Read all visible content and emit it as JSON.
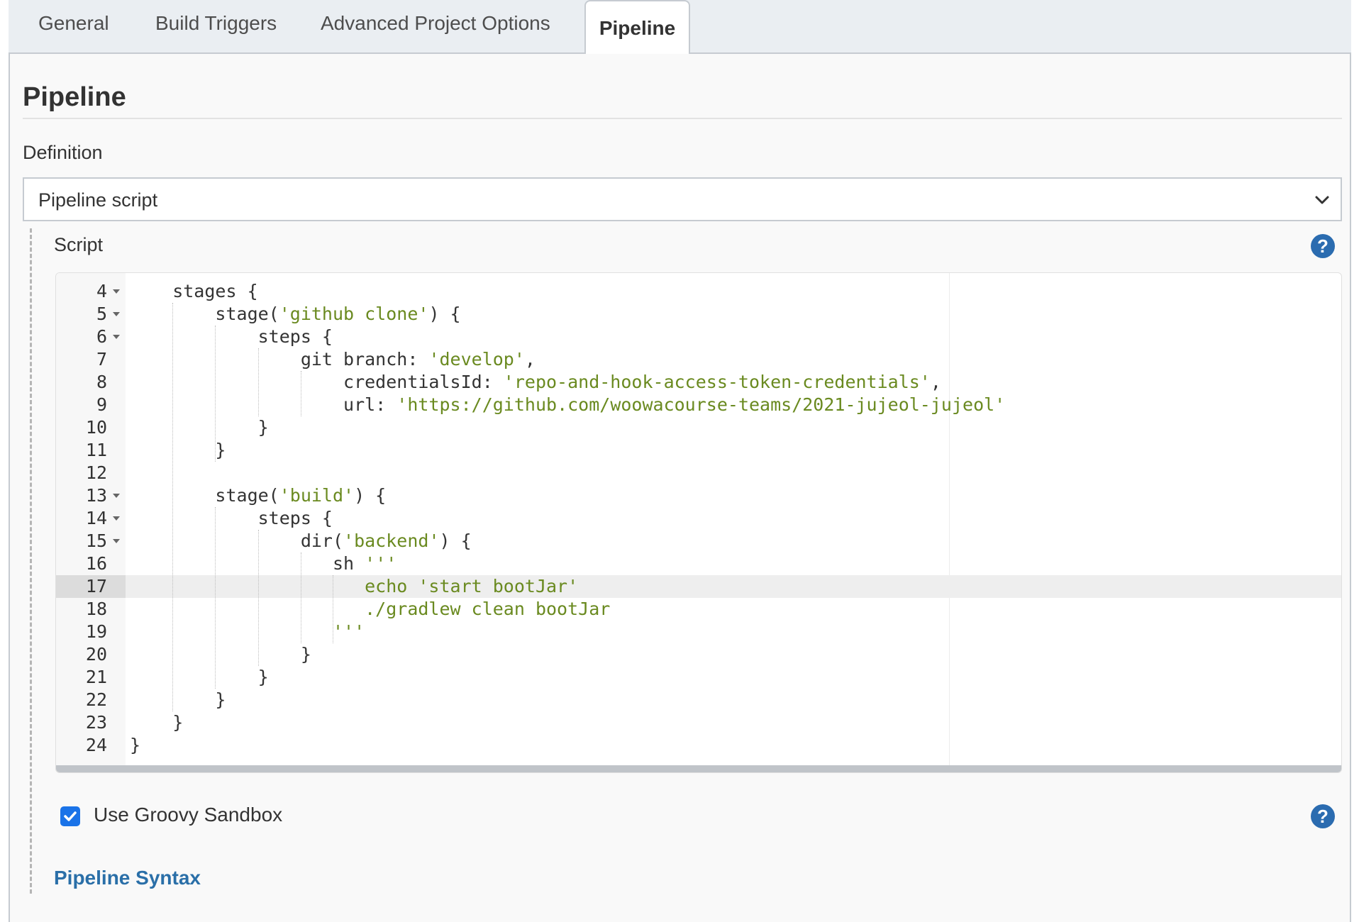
{
  "tabs": [
    {
      "label": "General",
      "active": false
    },
    {
      "label": "Build Triggers",
      "active": false
    },
    {
      "label": "Advanced Project Options",
      "active": false
    },
    {
      "label": "Pipeline",
      "active": true
    }
  ],
  "section": {
    "title": "Pipeline",
    "definition_label": "Definition",
    "definition_value": "Pipeline script",
    "script_label": "Script",
    "sandbox_label": "Use Groovy Sandbox",
    "sandbox_checked": true,
    "syntax_link": "Pipeline Syntax"
  },
  "colors": {
    "accent": "#2b6cb0",
    "link": "#2a6fa8",
    "string": "#6a8a20",
    "checkbox": "#1a73e8"
  },
  "icons": {
    "help": "question-circle-icon",
    "dropdown": "chevron-down-icon",
    "fold": "fold-arrow-icon",
    "check": "checkmark-icon"
  },
  "editor": {
    "active_line": 17,
    "lines": [
      {
        "n": "4",
        "fold": true,
        "segs": [
          [
            "    stages {",
            "p"
          ]
        ]
      },
      {
        "n": "5",
        "fold": true,
        "segs": [
          [
            "        stage(",
            "p"
          ],
          [
            "'github clone'",
            "s"
          ],
          [
            ") {",
            "p"
          ]
        ]
      },
      {
        "n": "6",
        "fold": true,
        "segs": [
          [
            "            steps {",
            "p"
          ]
        ]
      },
      {
        "n": "7",
        "fold": false,
        "segs": [
          [
            "                git branch: ",
            "p"
          ],
          [
            "'develop'",
            "s"
          ],
          [
            ",",
            "p"
          ]
        ]
      },
      {
        "n": "8",
        "fold": false,
        "segs": [
          [
            "                    credentialsId: ",
            "p"
          ],
          [
            "'repo-and-hook-access-token-credentials'",
            "s"
          ],
          [
            ",",
            "p"
          ]
        ]
      },
      {
        "n": "9",
        "fold": false,
        "segs": [
          [
            "                    url: ",
            "p"
          ],
          [
            "'https://github.com/woowacourse-teams/2021-jujeol-jujeol'",
            "s"
          ]
        ]
      },
      {
        "n": "10",
        "fold": false,
        "segs": [
          [
            "            }",
            "p"
          ]
        ]
      },
      {
        "n": "11",
        "fold": false,
        "segs": [
          [
            "        }",
            "p"
          ]
        ]
      },
      {
        "n": "12",
        "fold": false,
        "segs": [
          [
            "",
            "p"
          ]
        ]
      },
      {
        "n": "13",
        "fold": true,
        "segs": [
          [
            "        stage(",
            "p"
          ],
          [
            "'build'",
            "s"
          ],
          [
            ") {",
            "p"
          ]
        ]
      },
      {
        "n": "14",
        "fold": true,
        "segs": [
          [
            "            steps {",
            "p"
          ]
        ]
      },
      {
        "n": "15",
        "fold": true,
        "segs": [
          [
            "                dir(",
            "p"
          ],
          [
            "'backend'",
            "s"
          ],
          [
            ") {",
            "p"
          ]
        ]
      },
      {
        "n": "16",
        "fold": false,
        "segs": [
          [
            "                   sh ",
            "p"
          ],
          [
            "'''",
            "s"
          ]
        ]
      },
      {
        "n": "17",
        "fold": false,
        "segs": [
          [
            "                      echo 'start bootJar'",
            "s"
          ]
        ]
      },
      {
        "n": "18",
        "fold": false,
        "segs": [
          [
            "                      ./gradlew clean bootJar",
            "s"
          ]
        ]
      },
      {
        "n": "19",
        "fold": false,
        "segs": [
          [
            "                   '''",
            "s"
          ]
        ]
      },
      {
        "n": "20",
        "fold": false,
        "segs": [
          [
            "                }",
            "p"
          ]
        ]
      },
      {
        "n": "21",
        "fold": false,
        "segs": [
          [
            "            }",
            "p"
          ]
        ]
      },
      {
        "n": "22",
        "fold": false,
        "segs": [
          [
            "        }",
            "p"
          ]
        ]
      },
      {
        "n": "23",
        "fold": false,
        "segs": [
          [
            "    }",
            "p"
          ]
        ]
      },
      {
        "n": "24",
        "fold": false,
        "segs": [
          [
            "}",
            "p"
          ]
        ]
      }
    ]
  }
}
